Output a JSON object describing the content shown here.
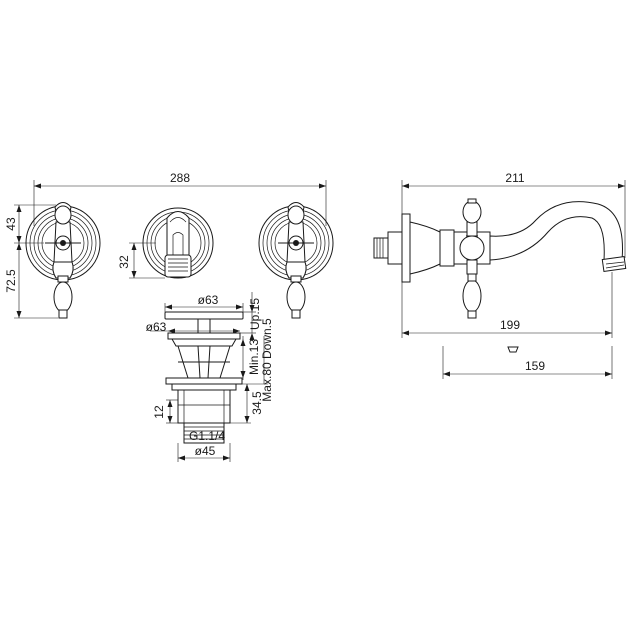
{
  "diagram": {
    "dimensions": {
      "overall_width": "288",
      "upper_handle_height": "43",
      "lower_handle_height": "72.5",
      "center_knob_height": "32",
      "spout_projection": "211",
      "spout_reach": "199",
      "spout_lower": "159",
      "waste_top_dia": "ø63",
      "waste_side_dia": "ø63",
      "up_travel": "Up.15",
      "min_height": "Min.13",
      "max_height": "Max.80 Down.5",
      "body_length": "34.5",
      "nut_height": "12",
      "thread": "G1.1/4",
      "base_dia": "ø45"
    }
  }
}
